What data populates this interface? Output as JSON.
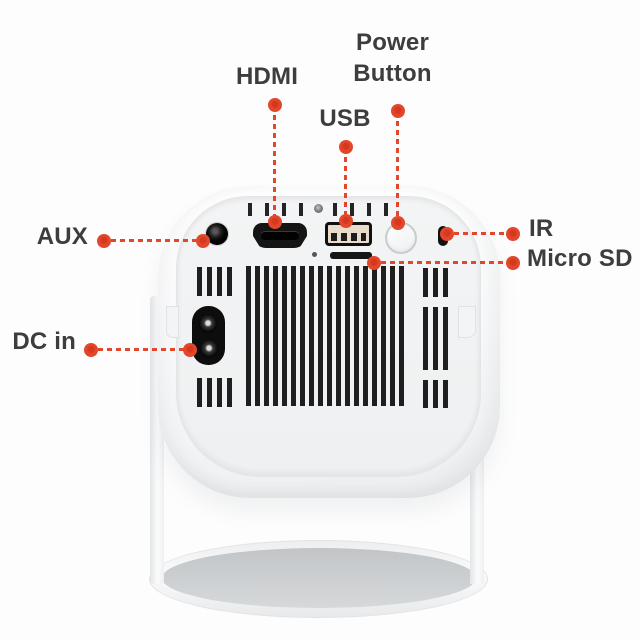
{
  "figure": {
    "type": "product-diagram",
    "subject": "Rear view of a white mini projector on a U-shaped stand with labeled ports"
  },
  "colors": {
    "accent": "#e2472b",
    "label_text": "#3d3d3d",
    "background": "#fdfdfd",
    "port_black": "#151515",
    "body_white": "#f9fafb",
    "base_gray": "#cdd0d2"
  },
  "callouts": {
    "hdmi": {
      "label": "HDMI",
      "target": "hdmi-port"
    },
    "power": {
      "line1": "Power",
      "line2": "Button",
      "target": "power-button"
    },
    "usb": {
      "label": "USB",
      "target": "usb-port"
    },
    "aux": {
      "label": "AUX",
      "target": "aux-jack"
    },
    "ir": {
      "label": "IR",
      "target": "ir-receiver"
    },
    "micro_sd": {
      "label": "Micro SD",
      "target": "micro-sd-slot"
    },
    "dc_in": {
      "label": "DC in",
      "target": "dc-in-port"
    }
  },
  "device": {
    "ports": [
      "AUX",
      "HDMI",
      "USB",
      "Power Button",
      "IR",
      "Micro SD",
      "DC in"
    ]
  }
}
